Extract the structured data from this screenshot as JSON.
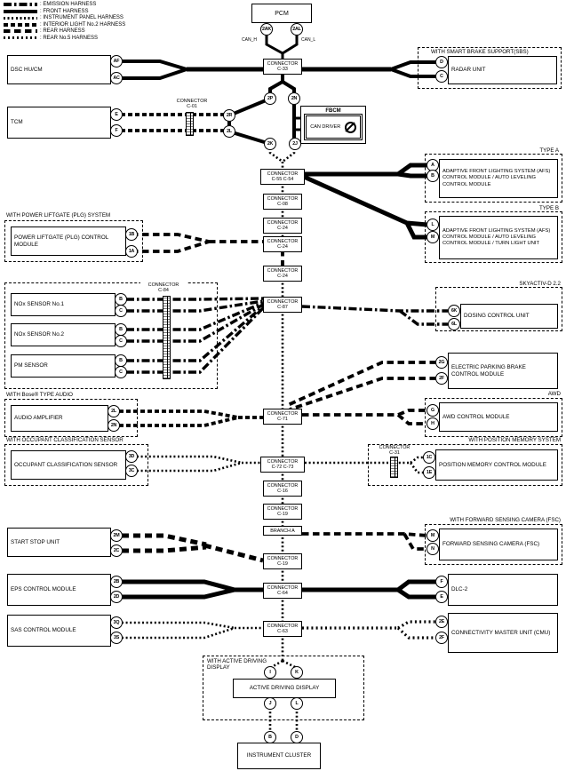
{
  "legend": {
    "items": [
      {
        "id": "emission",
        "label": ": EMISSION HARNESS"
      },
      {
        "id": "front",
        "label": ": FRONT HARNESS"
      },
      {
        "id": "instrument",
        "label": ": INSTRUMENT PANEL HARNESS"
      },
      {
        "id": "interior",
        "label": ": INTERIOR LIGHT No.2 HARNESS"
      },
      {
        "id": "rear",
        "label": ": REAR HARNESS"
      },
      {
        "id": "rear5",
        "label": ": REAR No.5 HARNESS"
      }
    ]
  },
  "pcm": {
    "label": "PCM",
    "pin_left": "2AK",
    "pin_right": "2AL",
    "wire_left": "CAN_H",
    "wire_right": "CAN_L"
  },
  "fbcm": {
    "label": "FBCM",
    "driver": "CAN DRIVER"
  },
  "junction": {
    "p2p": "2P",
    "p2n": "2N",
    "p2r": "2R",
    "p2l": "2L",
    "p2k": "2K",
    "p2j": "2J"
  },
  "connectors": {
    "c33": {
      "name": "CONNECTOR",
      "code": "C-33"
    },
    "c5554": {
      "name": "CONNECTOR",
      "code": "C-55 C-54"
    },
    "c08": {
      "name": "CONNECTOR",
      "code": "C-08"
    },
    "c24a": {
      "name": "CONNECTOR",
      "code": "C-24"
    },
    "c24b": {
      "name": "CONNECTOR",
      "code": "C-24"
    },
    "c24c": {
      "name": "CONNECTOR",
      "code": "C-24"
    },
    "c87": {
      "name": "CONNECTOR",
      "code": "C-87"
    },
    "c71": {
      "name": "CONNECTOR",
      "code": "C-71"
    },
    "c7273": {
      "name": "CONNECTOR",
      "code": "C-72 C-73"
    },
    "c16": {
      "name": "CONNECTOR",
      "code": "C-16"
    },
    "c19a": {
      "name": "CONNECTOR",
      "code": "C-19"
    },
    "brancha": {
      "name": "BRANCH A"
    },
    "c19b": {
      "name": "CONNECTOR",
      "code": "C-19"
    },
    "c64": {
      "name": "CONNECTOR",
      "code": "C-64"
    },
    "c63": {
      "name": "CONNECTOR",
      "code": "C-63"
    },
    "c01": {
      "name": "CONNECTOR",
      "code": "C-01"
    },
    "c84": {
      "name": "CONNECTOR",
      "code": "C-84"
    },
    "c31": {
      "name": "CONNECTOR",
      "code": "C-31"
    }
  },
  "groups": {
    "sbs": {
      "label": "WITH SMART BRAKE SUPPORT(SBS)"
    },
    "typea": {
      "label": "TYPE A"
    },
    "typeb": {
      "label": "TYPE B"
    },
    "plg": {
      "label": "WITH POWER LIFTGATE (PLG) SYSTEM"
    },
    "skyactiv": {
      "label": "SKYACTIV-D 2.2"
    },
    "bose": {
      "label": "WITH Bose® TYPE AUDIO"
    },
    "awd": {
      "label": "AWD"
    },
    "ocs": {
      "label": "WITH OCCUPANT CLASSIFICATION SENSOR"
    },
    "pms": {
      "label": "WITH POSITION MEMORY SYSTEM"
    },
    "fsc": {
      "label": "WITH FORWARD SENSING CAMERA (FSC)"
    },
    "add": {
      "label": "WITH ACTIVE DRIVING DISPLAY"
    }
  },
  "modules": {
    "dsc": {
      "label": "DSC HU/CM",
      "pin1": "AF",
      "pin2": "AC"
    },
    "radar": {
      "label": "RADAR UNIT",
      "pin1": "D",
      "pin2": "C"
    },
    "tcm": {
      "label": "TCM",
      "pin1": "E",
      "pin2": "F"
    },
    "afs_a": {
      "label": "ADAPTIVE FRONT LIGHTING SYSTEM (AFS) CONTROL MODULE / AUTO LEVELING CONTROL MODULE",
      "pin1": "A",
      "pin2": "B"
    },
    "afs_b": {
      "label": "ADAPTIVE FRONT LIGHTING SYSTEM (AFS) CONTROL MODULE / AUTO LEVELING CONTROL MODULE / TURN LIGHT UNIT",
      "pin1": "L",
      "pin2": "M"
    },
    "plg": {
      "label": "POWER LIFTGATE (PLG) CONTROL MODULE",
      "pin1": "1B",
      "pin2": "1A"
    },
    "nox1": {
      "label": "NOx SENSOR No.1",
      "pin1": "B",
      "pin2": "C"
    },
    "nox2": {
      "label": "NOx SENSOR No.2",
      "pin1": "B",
      "pin2": "C"
    },
    "pm": {
      "label": "PM SENSOR",
      "pin1": "B",
      "pin2": "C"
    },
    "dosing": {
      "label": "DOSING CONTROL UNIT",
      "pin1": "6K",
      "pin2": "6L"
    },
    "epb": {
      "label": "ELECTRIC PARKING BRAKE CONTROL MODULE",
      "pin1": "2G",
      "pin2": "2F"
    },
    "audio": {
      "label": "AUDIO AMPLIFIER",
      "pin1": "2L",
      "pin2": "2N"
    },
    "awd": {
      "label": "AWD CONTROL MODULE",
      "pin1": "G",
      "pin2": "H"
    },
    "ocs": {
      "label": "OCCUPANT CLASSIFICATION SENSOR",
      "pin1": "3D",
      "pin2": "3C"
    },
    "pms": {
      "label": "POSITION MEMORY CONTROL MODULE",
      "pin1": "1C",
      "pin2": "1E"
    },
    "ssu": {
      "label": "START STOP UNIT",
      "pin1": "2M",
      "pin2": "2C"
    },
    "fsc": {
      "label": "FORWARD SENSING CAMERA (FSC)",
      "pin1": "M",
      "pin2": "N"
    },
    "eps": {
      "label": "EPS CONTROL MODULE",
      "pin1": "2B",
      "pin2": "2D"
    },
    "dlc2": {
      "label": "DLC-2",
      "pin1": "F",
      "pin2": "E"
    },
    "sas": {
      "label": "SAS CONTROL MODULE",
      "pin1": "3Q",
      "pin2": "3S"
    },
    "cmu": {
      "label": "CONNECTIVITY MASTER UNIT (CMU)",
      "pin1": "2E",
      "pin2": "2F"
    },
    "add": {
      "label": "ACTIVE DRIVING DISPLAY",
      "pin_i": "I",
      "pin_k": "K",
      "pin_j": "J",
      "pin_l": "L"
    },
    "cluster": {
      "label": "INSTRUMENT CLUSTER",
      "pin1": "B",
      "pin2": "D"
    }
  }
}
